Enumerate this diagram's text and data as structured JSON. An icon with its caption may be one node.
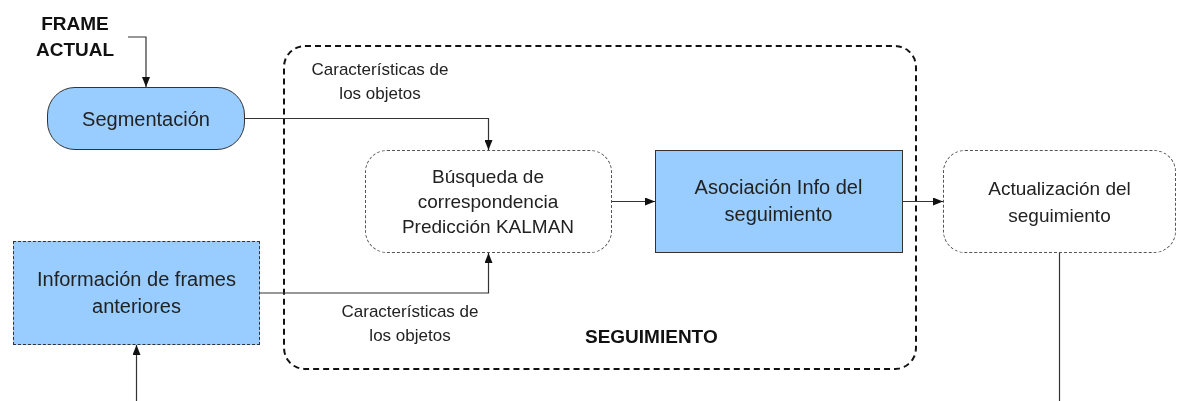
{
  "diagram": {
    "nodes": [
      {
        "text": [
          "FRAME ACTUAL"
        ]
      },
      {
        "text": [
          "Segmentación"
        ]
      },
      {
        "text": [
          "SEGUIMIENTO"
        ]
      },
      {
        "text": [
          "Búsqueda de correspondencia Predicción KALMAN"
        ],
        "in": 2
      },
      {
        "text": [
          "Asociación Info del seguimiento"
        ],
        "in": 2
      },
      {
        "text": [
          "Información de frames anteriores"
        ]
      },
      {
        "text": [
          "Actualización del seguimiento"
        ]
      }
    ],
    "edges": [
      {
        "from": 0,
        "to": 1,
        "arrow": "to"
      },
      {
        "from": 1,
        "to": 3,
        "arrow": "to",
        "label": "Características de los objetos"
      },
      {
        "from": 3,
        "to": 4,
        "arrow": "to"
      },
      {
        "from": 4,
        "to": 6,
        "arrow": "to"
      },
      {
        "from": 5,
        "to": 3,
        "arrow": "to",
        "label": "Características de los objetos"
      },
      {
        "from": null,
        "to": 5,
        "arrow": "to"
      },
      {
        "from": 6,
        "to": null,
        "arrow": "none"
      }
    ]
  }
}
